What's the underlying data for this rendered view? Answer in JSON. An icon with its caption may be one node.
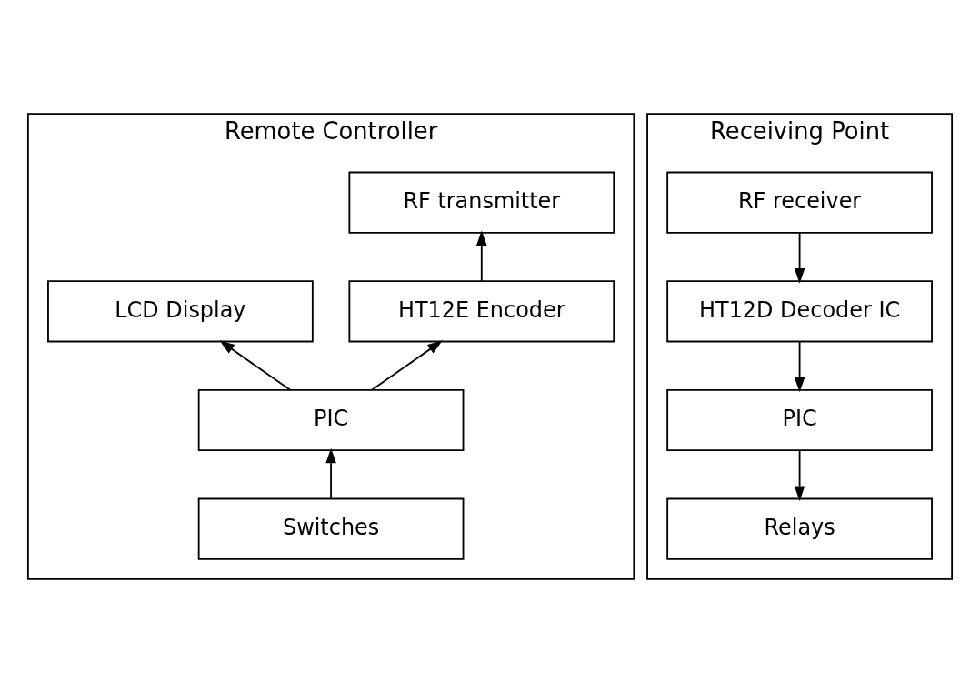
{
  "diagram": {
    "nodes": [
      {
        "text": [
          "Remote Controller"
        ]
      },
      {
        "text": [
          "RF transmitter"
        ],
        "in": 0
      },
      {
        "text": [
          "HT12E Encoder"
        ],
        "in": 0
      },
      {
        "text": [
          "LCD Display"
        ],
        "in": 0
      },
      {
        "text": [
          "PIC"
        ],
        "in": 0
      },
      {
        "text": [
          "Switches"
        ],
        "in": 0
      },
      {
        "text": [
          "Receiving Point"
        ]
      },
      {
        "text": [
          "RF receiver"
        ],
        "in": 6
      },
      {
        "text": [
          "HT12D Decoder IC"
        ],
        "in": 6
      },
      {
        "text": [
          "PIC"
        ],
        "in": 6
      },
      {
        "text": [
          "Relays"
        ],
        "in": 6
      }
    ],
    "edges": [
      {
        "from": 5,
        "to": 4,
        "arrow": "to"
      },
      {
        "from": 4,
        "to": 2,
        "arrow": "to"
      },
      {
        "from": 4,
        "to": 3,
        "arrow": "to"
      },
      {
        "from": 2,
        "to": 1,
        "arrow": "to"
      },
      {
        "from": 7,
        "to": 8,
        "arrow": "to"
      },
      {
        "from": 8,
        "to": 9,
        "arrow": "to"
      },
      {
        "from": 9,
        "to": 10,
        "arrow": "to"
      }
    ]
  }
}
